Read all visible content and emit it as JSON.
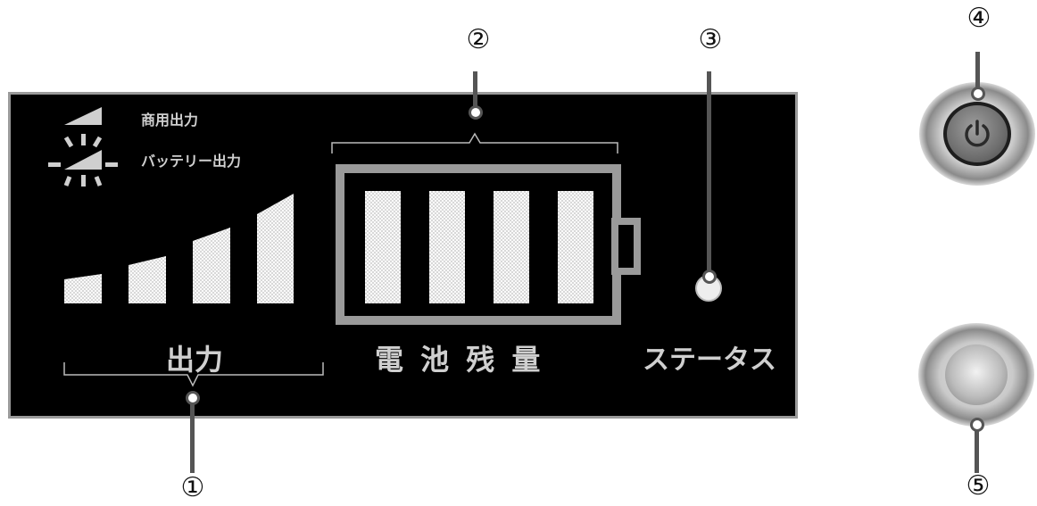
{
  "callouts": {
    "c1": "①",
    "c2": "②",
    "c3": "③",
    "c4": "④",
    "c5": "⑤"
  },
  "panel": {
    "legend_ac": "商用出力",
    "legend_battery": "バッテリー出力",
    "output_label": "出力",
    "battery_label": "電 池 残 量",
    "status_label": "ステータス"
  },
  "icons": {
    "ac_output": "wedge-icon",
    "battery_output": "blinking-wedge-icon",
    "power": "power-icon"
  },
  "colors": {
    "panel_bg": "#000000",
    "panel_text": "#cfcfcf",
    "leader": "#555555"
  }
}
